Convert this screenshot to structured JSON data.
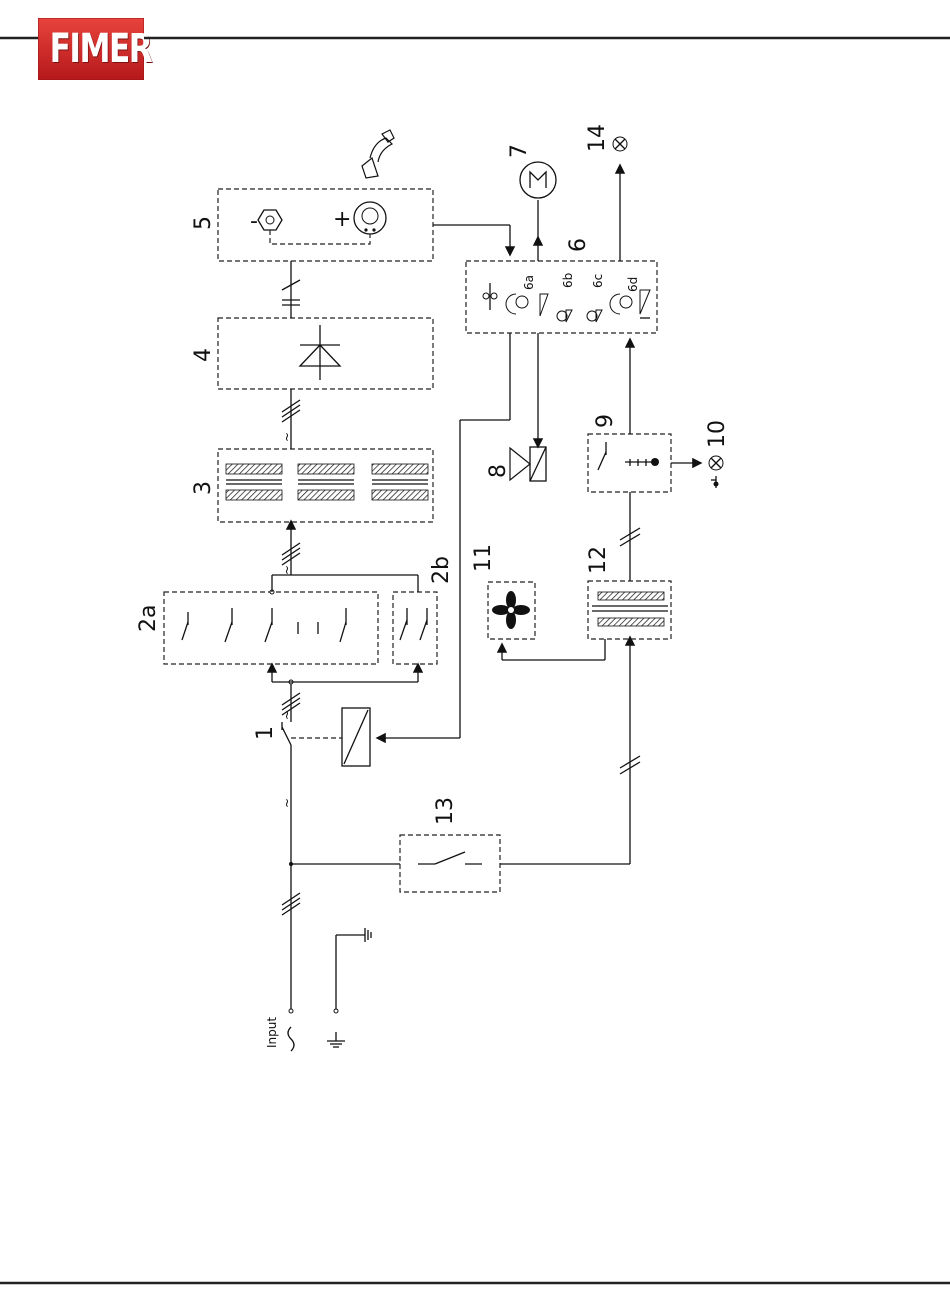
{
  "brand": {
    "logo_text": "FIMER",
    "logo_color": "#d6231f"
  },
  "diagram": {
    "blocks": [
      {
        "id": "1",
        "label": "1"
      },
      {
        "id": "2a",
        "label": "2a"
      },
      {
        "id": "2b",
        "label": "2b"
      },
      {
        "id": "3",
        "label": "3"
      },
      {
        "id": "4",
        "label": "4"
      },
      {
        "id": "5",
        "label": "5"
      },
      {
        "id": "6",
        "label": "6"
      },
      {
        "id": "6a",
        "label": "6a"
      },
      {
        "id": "6b",
        "label": "6b"
      },
      {
        "id": "6c",
        "label": "6c"
      },
      {
        "id": "6d",
        "label": "6d"
      },
      {
        "id": "7",
        "label": "7"
      },
      {
        "id": "8",
        "label": "8"
      },
      {
        "id": "9",
        "label": "9"
      },
      {
        "id": "10",
        "label": "10"
      },
      {
        "id": "11",
        "label": "11"
      },
      {
        "id": "12",
        "label": "12"
      },
      {
        "id": "13",
        "label": "13"
      },
      {
        "id": "14",
        "label": "14"
      }
    ],
    "input_label": "Input",
    "minus_sign": "-",
    "plus_sign": "+",
    "ac_symbol": "~"
  },
  "icons": [
    "fimer-logo",
    "torch-icon",
    "motor-icon",
    "lamp-icon",
    "fan-icon",
    "diode-icon",
    "thermostat-icon",
    "valve-icon",
    "switch-icon",
    "ground-icon"
  ]
}
